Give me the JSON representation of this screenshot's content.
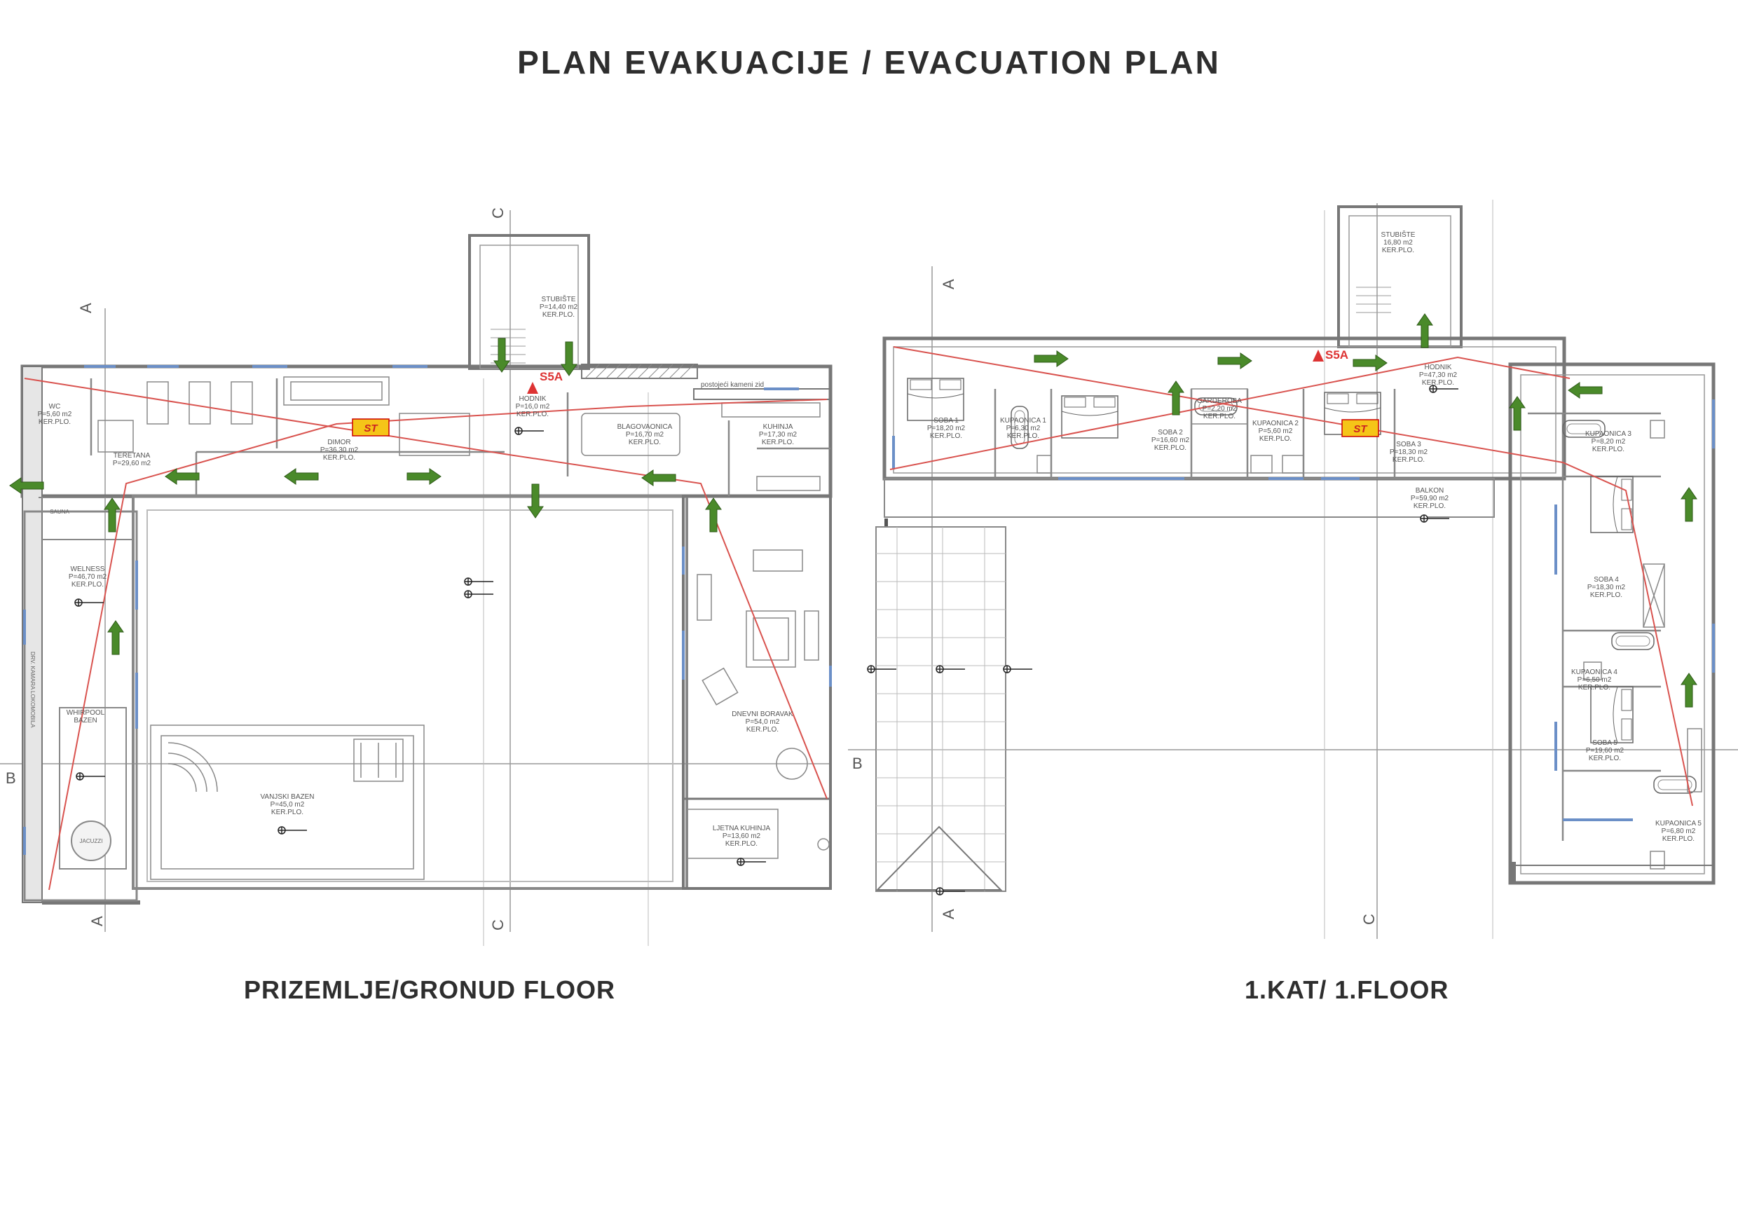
{
  "title": "PLAN EVAKUACIJE / EVACUATION PLAN",
  "floors": {
    "ground": {
      "caption": "PRIZEMLJE/GRONUD FLOOR",
      "rooms": {
        "wc": [
          "WC",
          "P=5,60 m2",
          "KER.PLO."
        ],
        "teretana": [
          "TERETANA",
          "P=29,60 m2"
        ],
        "dimor": [
          "DIMOR",
          "P=36,30 m2",
          "KER.PLO."
        ],
        "hodnik": [
          "HODNIK",
          "P=16,0 m2",
          "KER.PLO."
        ],
        "stubiste": [
          "STUBIŠTE",
          "P=14,40 m2",
          "KER.PLO."
        ],
        "blagovaonica": [
          "BLAGOVAONICA",
          "P=16,70 m2",
          "KER.PLO."
        ],
        "kuhinja": [
          "KUHINJA",
          "P=17,30 m2",
          "KER.PLO."
        ],
        "wellness": [
          "WELNESS",
          "P=46,70 m2",
          "KER.PLO."
        ],
        "whirlpool": [
          "WHIRPOOL",
          "BAZEN"
        ],
        "vanjski": [
          "VANJSKI BAZEN",
          "P=45,0 m2",
          "KER.PLO."
        ],
        "dnevni": [
          "DNEVNI BORAVAK",
          "P=54,0 m2",
          "KER.PLO."
        ],
        "ljetna": [
          "LJETNA KUHINJA",
          "P=13,60 m2",
          "KER.PLO."
        ]
      },
      "wall_note": "postojeći kameni zid",
      "sauna": "SAUNA",
      "side_note": "DRV. KAMARA LOKOMOBILA",
      "jacuzzi": "JACUZZI",
      "hydrant": "S5A",
      "extinguisher": "ST"
    },
    "first": {
      "caption": "1.KAT/ 1.FLOOR",
      "rooms": {
        "stubiste": [
          "STUBIŠTE",
          "16,80 m2",
          "KER.PLO."
        ],
        "hodnik": [
          "HODNIK",
          "P=47,30 m2",
          "KER.PLO."
        ],
        "soba1": [
          "SOBA 1",
          "P=18,20 m2",
          "KER.PLO."
        ],
        "kup1": [
          "KUPAONICA 1",
          "P=6,30 m2",
          "KER.PLO."
        ],
        "soba2": [
          "SOBA 2",
          "P=16,60 m2",
          "KER.PLO."
        ],
        "garderoba": [
          "GARDEROBA",
          "P=2,20 m2",
          "KER.PLO."
        ],
        "kup2": [
          "KUPAONICA 2",
          "P=5,60 m2",
          "KER.PLO."
        ],
        "soba3": [
          "SOBA 3",
          "P=18,30 m2",
          "KER.PLO."
        ],
        "kup3": [
          "KUPAONICA 3",
          "P=8,20 m2",
          "KER.PLO."
        ],
        "balkon": [
          "BALKON",
          "P=59,90 m2",
          "KER.PLO."
        ],
        "soba4": [
          "SOBA 4",
          "P=18,30 m2",
          "KER.PLO."
        ],
        "kup4": [
          "KUPAONICA 4",
          "P=6,50 m2",
          "KER.PLO."
        ],
        "soba5": [
          "SOBA 5",
          "P=19,60 m2",
          "KER.PLO."
        ],
        "kup5": [
          "KUPAONICA 5",
          "P=6,80 m2",
          "KER.PLO."
        ]
      },
      "hydrant": "S5A",
      "extinguisher": "ST"
    }
  },
  "axes": {
    "a": "A",
    "b": "B",
    "c": "C"
  },
  "colors": {
    "arrow": "#4a8a2a",
    "route": "#d9534f",
    "window": "#6b8fc7",
    "wall": "#777777",
    "extinguisher_bg": "#f5c518"
  }
}
